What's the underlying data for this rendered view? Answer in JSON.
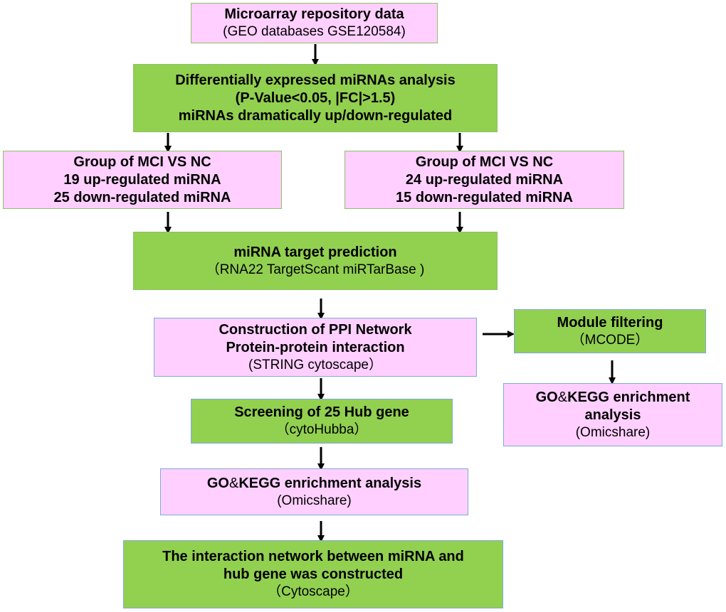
{
  "nodes": {
    "microarray": {
      "title": "Microarray repository data",
      "sub": "(GEO databases GSE120584)"
    },
    "deg": {
      "line1": "Differentially expressed miRNAs analysis",
      "line2": "(P-Value<0.05, |FC|>1.5)",
      "line3": "miRNAs dramatically up/down-regulated"
    },
    "group_left": {
      "line1": "Group of MCI VS NC",
      "line2": "19 up-regulated miRNA",
      "line3": "25 down-regulated miRNA"
    },
    "group_right": {
      "line1": "Group of MCI VS NC",
      "line2": "24 up-regulated miRNA",
      "line3": "15 down-regulated miRNA"
    },
    "target": {
      "title": "miRNA target prediction",
      "sub": "（RNA22 TargetScant miRTarBase )"
    },
    "ppi": {
      "line1": "Construction of PPI Network",
      "line2": "Protein-protein interaction",
      "sub": "(STRING cytoscape）"
    },
    "module": {
      "title": "Module filtering",
      "sub": "（MCODE）"
    },
    "go_right": {
      "go": "GO",
      "amp": "&",
      "line1_rest": "KEGG enrichment",
      "line2": "analysis",
      "sub": "(Omicshare)"
    },
    "hub": {
      "title": "Screening of 25 Hub gene",
      "sub": "（cytoHubba）"
    },
    "go_main": {
      "go": "GO",
      "amp": "&",
      "line1_rest": "KEGG enrichment analysis",
      "sub": "(Omicshare)"
    },
    "network": {
      "line1": "The interaction network between miRNA and",
      "line2": "hub gene was constructed",
      "sub": "（Cytoscape）"
    }
  },
  "colors": {
    "pink": "#ffd0ff",
    "green": "#92d050",
    "arrow": "#000000"
  }
}
